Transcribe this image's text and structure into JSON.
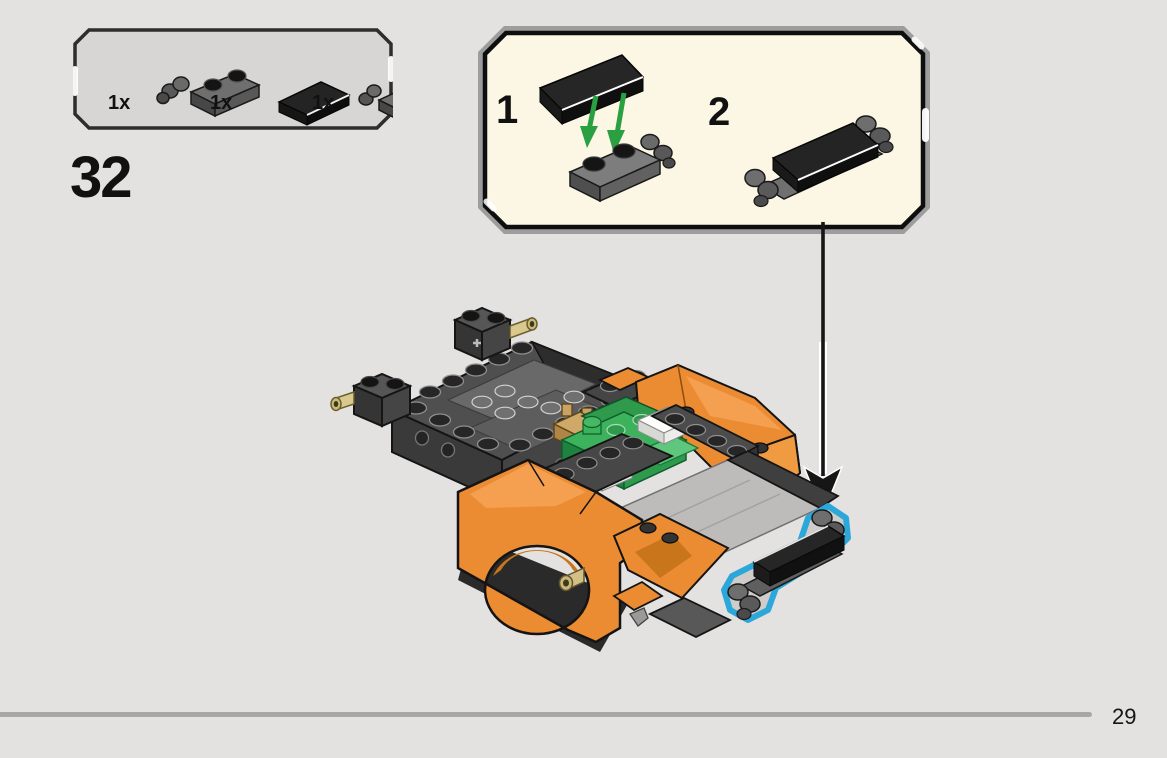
{
  "page": {
    "step_number": "32",
    "page_number": "29"
  },
  "parts_callout": {
    "parts": [
      {
        "id": "plate-1x2-with-handle",
        "count": "1x"
      },
      {
        "id": "tile-1x3-black",
        "count": "1x"
      },
      {
        "id": "plate-1x1-with-handle",
        "count": "1x"
      }
    ]
  },
  "sub_assembly": {
    "steps": [
      {
        "label": "1"
      },
      {
        "label": "2"
      }
    ]
  },
  "colors": {
    "background": "#e3e2e0",
    "callout_fill": "#d7d6d4",
    "subbox_fill": "#fcf7e4",
    "lego_orange": "#ec8c32",
    "lego_green": "#3dae57",
    "highlight_cyan": "#2ba7da",
    "arrow_green": "#2aa043"
  }
}
